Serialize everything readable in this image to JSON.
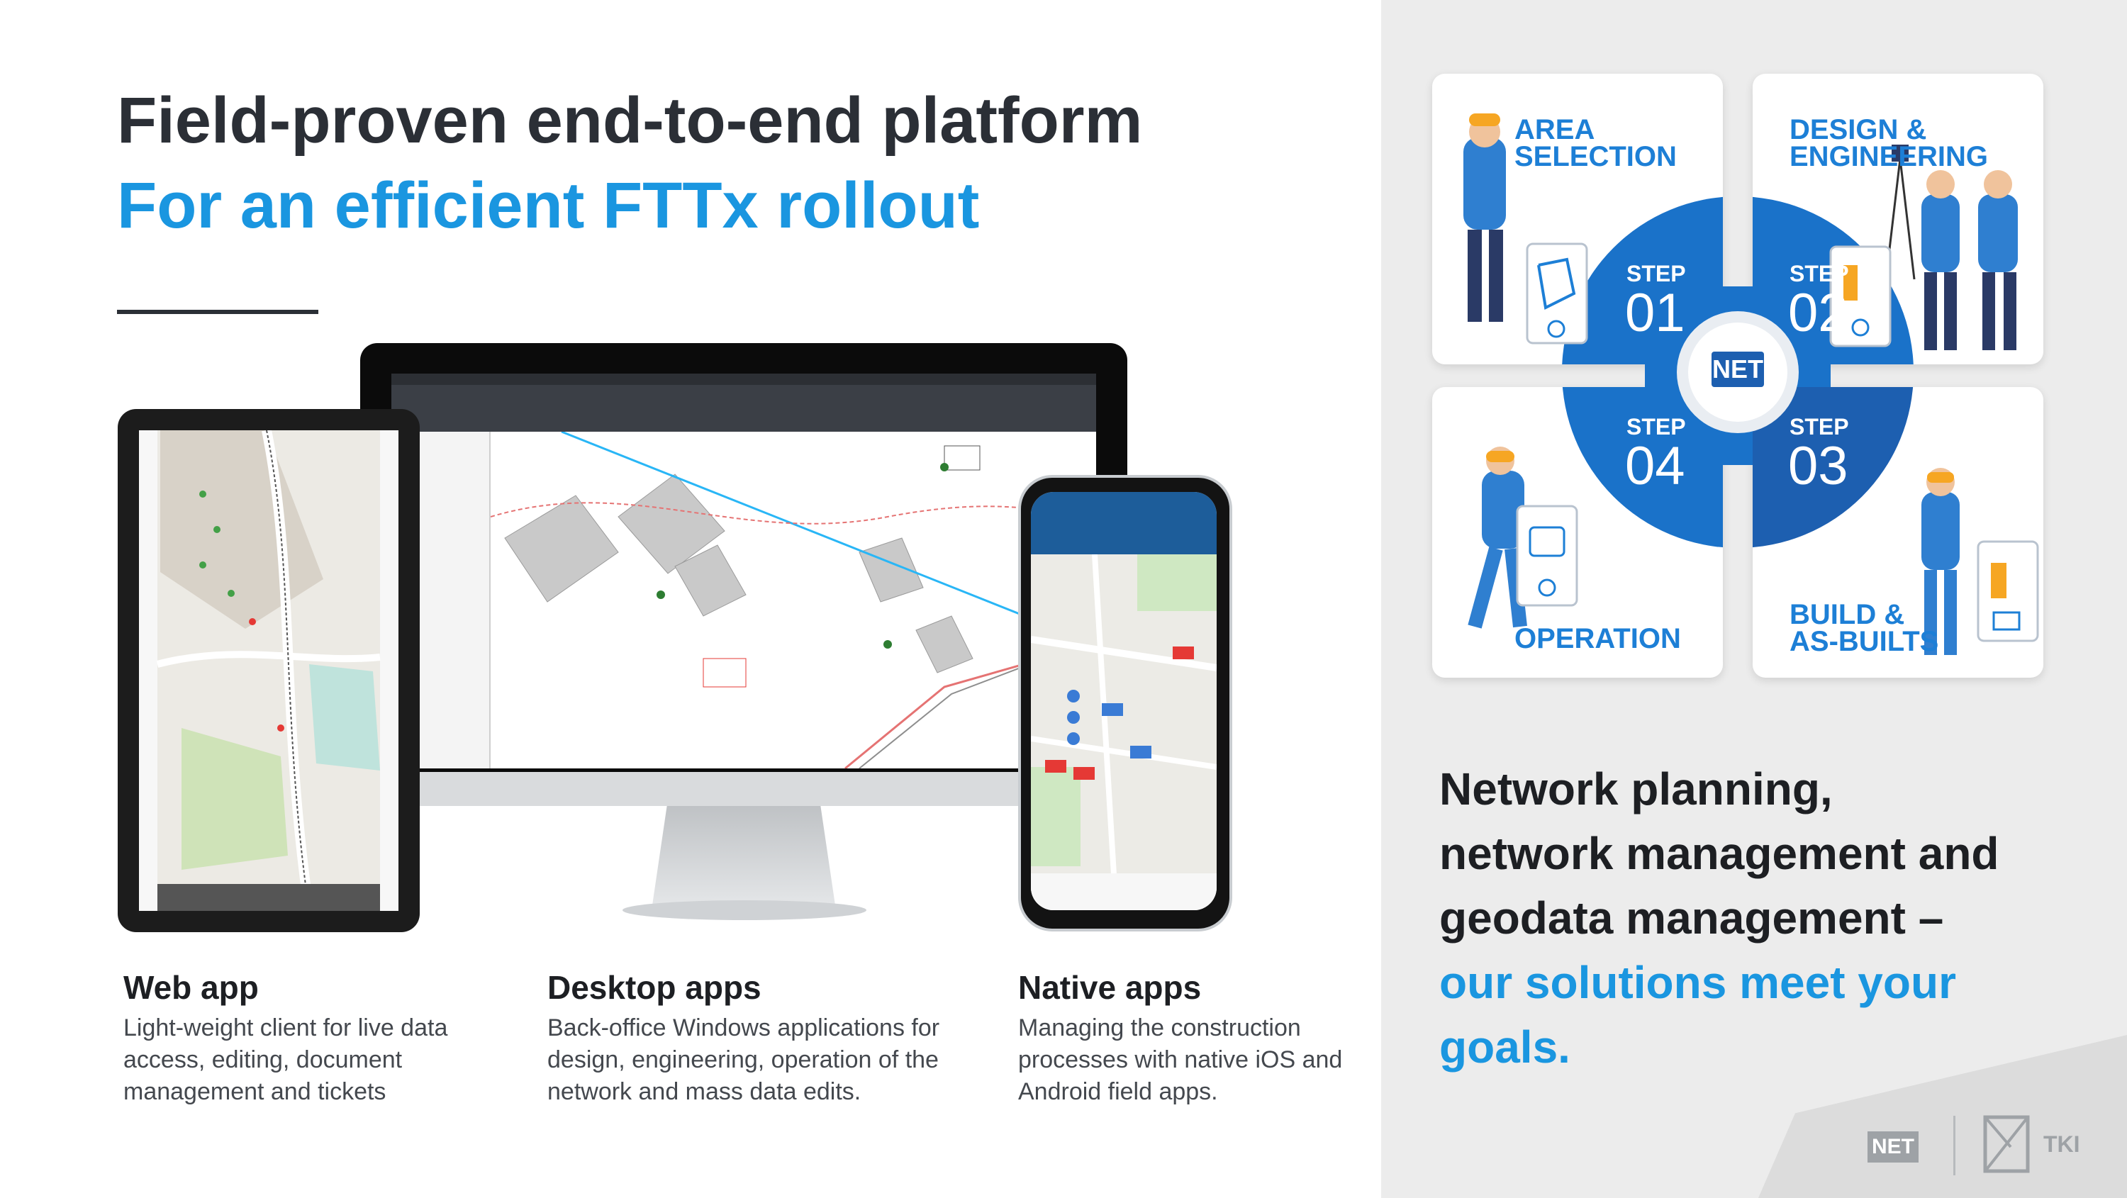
{
  "header": {
    "title": "Field-proven end-to-end platform",
    "subtitle": "For an efficient FTTx rollout"
  },
  "apps": [
    {
      "title": "Web app",
      "desc": "Light-weight client for live data access, editing, document management and tickets"
    },
    {
      "title": "Desktop apps",
      "desc": "Back-office Windows applications for design, engineering, operation of the network and mass data edits."
    },
    {
      "title": "Native apps",
      "desc": "Managing the construction processes with native iOS and Android field apps."
    }
  ],
  "steps": [
    {
      "label": "STEP",
      "number": "01",
      "title_line1": "AREA",
      "title_line2": "SELECTION"
    },
    {
      "label": "STEP",
      "number": "02",
      "title_line1": "DESIGN &",
      "title_line2": "ENGINEERING"
    },
    {
      "label": "STEP",
      "number": "03",
      "title_line1": "BUILD &",
      "title_line2": "AS-BUILTS"
    },
    {
      "label": "STEP",
      "number": "04",
      "title_line1": "OPERATION",
      "title_line2": ""
    }
  ],
  "center_logo": "NET",
  "tagline": {
    "line1": "Network planning,",
    "line2": "network management and",
    "line3": "geodata management –",
    "line4": "our solutions meet your",
    "line5": "goals."
  },
  "footer_logos": {
    "net": "NET",
    "tki": "TKI"
  },
  "colors": {
    "accent_blue": "#1a96e0",
    "step_blue": "#1d7fd6",
    "dark_text": "#2b2f36",
    "right_panel_bg": "#ececec"
  }
}
